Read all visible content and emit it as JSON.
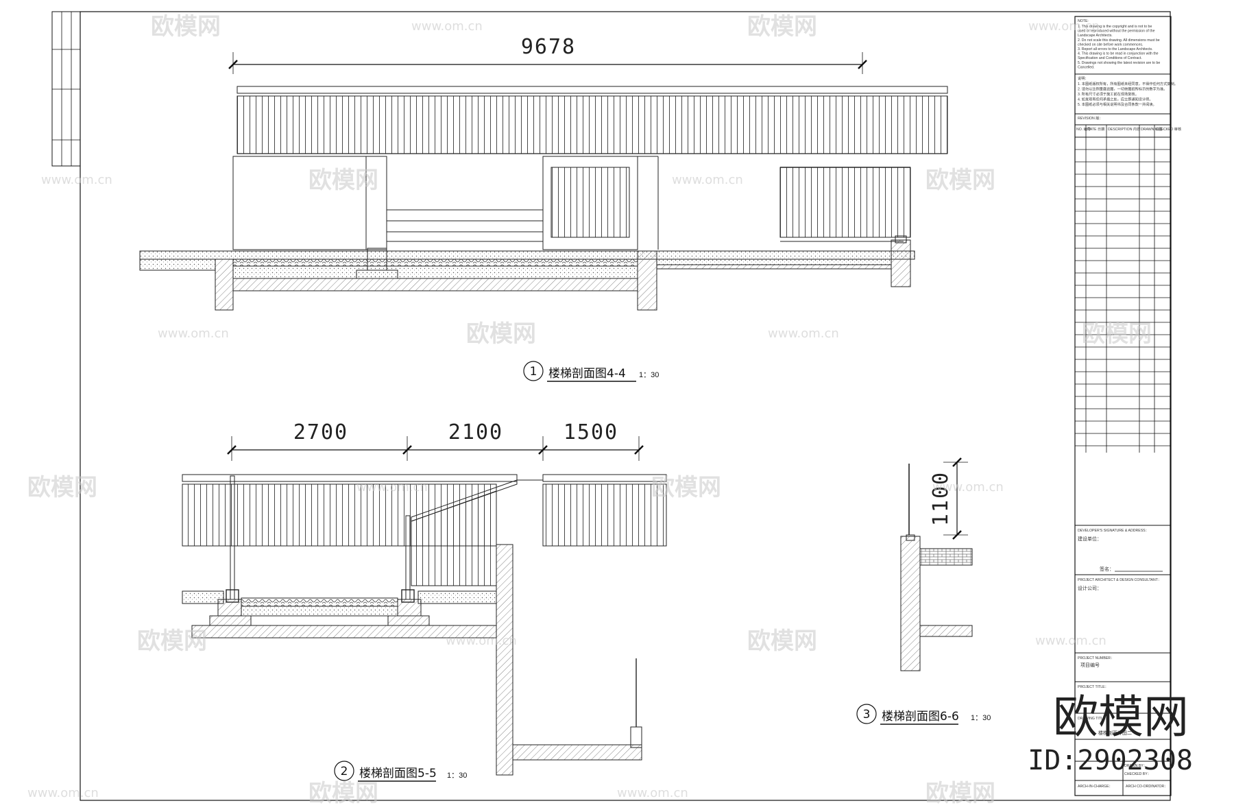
{
  "dimensions": {
    "top_span": "9678",
    "mid_span_1": "2700",
    "mid_span_2": "2100",
    "mid_span_3": "1500",
    "rail_height": "1100"
  },
  "sections": [
    {
      "number": "1",
      "title": "楼梯剖面图4-4",
      "scale": "1：30"
    },
    {
      "number": "2",
      "title": "楼梯剖面图5-5",
      "scale": "1：30"
    },
    {
      "number": "3",
      "title": "楼梯剖面图6-6",
      "scale": "1：30"
    }
  ],
  "title_block": {
    "note_heading": "NOTE:",
    "notes_en": [
      "1. This drawing is the copyright and is not to be",
      "   used or reproduced without the permission of the",
      "   Landscape Architects.",
      "2. Do not scale this drawing. All dimensions must be",
      "   checked on site before work commences.",
      "3. Report all errors to the Landscape Architects.",
      "4. This drawing is to be read in conjunction with the",
      "   Specification and Conditions of Contract.",
      "5. Drawings not showing the latest revision are to be",
      "   Cancelled."
    ],
    "note_heading_cn": "说明：",
    "notes_cn": [
      "1.  本图纸版权所有，所有图纸未经同意，不得作任何方式复制。",
      "2.  请勿以比例量度此图，一切依图纸所标示的数字为准。",
      "3.  所有尺寸必须于施工前在现场复核。",
      "4.  如发现有任何矛盾之处，应立即通知设计师。",
      "5.  本图纸必须与相关说明书及合同条款一并阅读。"
    ],
    "revision_label": "REVISION 版：",
    "rev_cols": [
      "NO. 编号",
      "DATE 日期",
      "DESCRIPTION 内容",
      "DRAWN 绘图",
      "CHECKED 审核"
    ],
    "developer_label": "DEVELOPER'S SIGNATURE & ADDRESS：",
    "developer_value": "建设单位：",
    "sign_label": "签名：",
    "architect_label": "PROJECT ARCHITECT & DESIGN CONSULTANT：",
    "architect_value": "设计公司：",
    "project_number_label": "PROJECT NUMBER：",
    "project_number_value": "项目编号",
    "project_title_label": "PROJECT TITLE：",
    "drawing_title_label": "DRAWING TITLE：",
    "drawing_title_value": "楼梯剖面详图二",
    "drawn_by_label": "DRAWN BY：",
    "checked_by_label": "CHECKED BY：",
    "arch_in_charge_label": "ARCH-IN-CHARGE：",
    "arch_coord_label": "ARCH CO-ORDINATOR："
  },
  "watermark": {
    "brand": "欧模网",
    "url": "www.om.cn",
    "url_short": "om.cn",
    "brand_id": "ID:2902308"
  }
}
